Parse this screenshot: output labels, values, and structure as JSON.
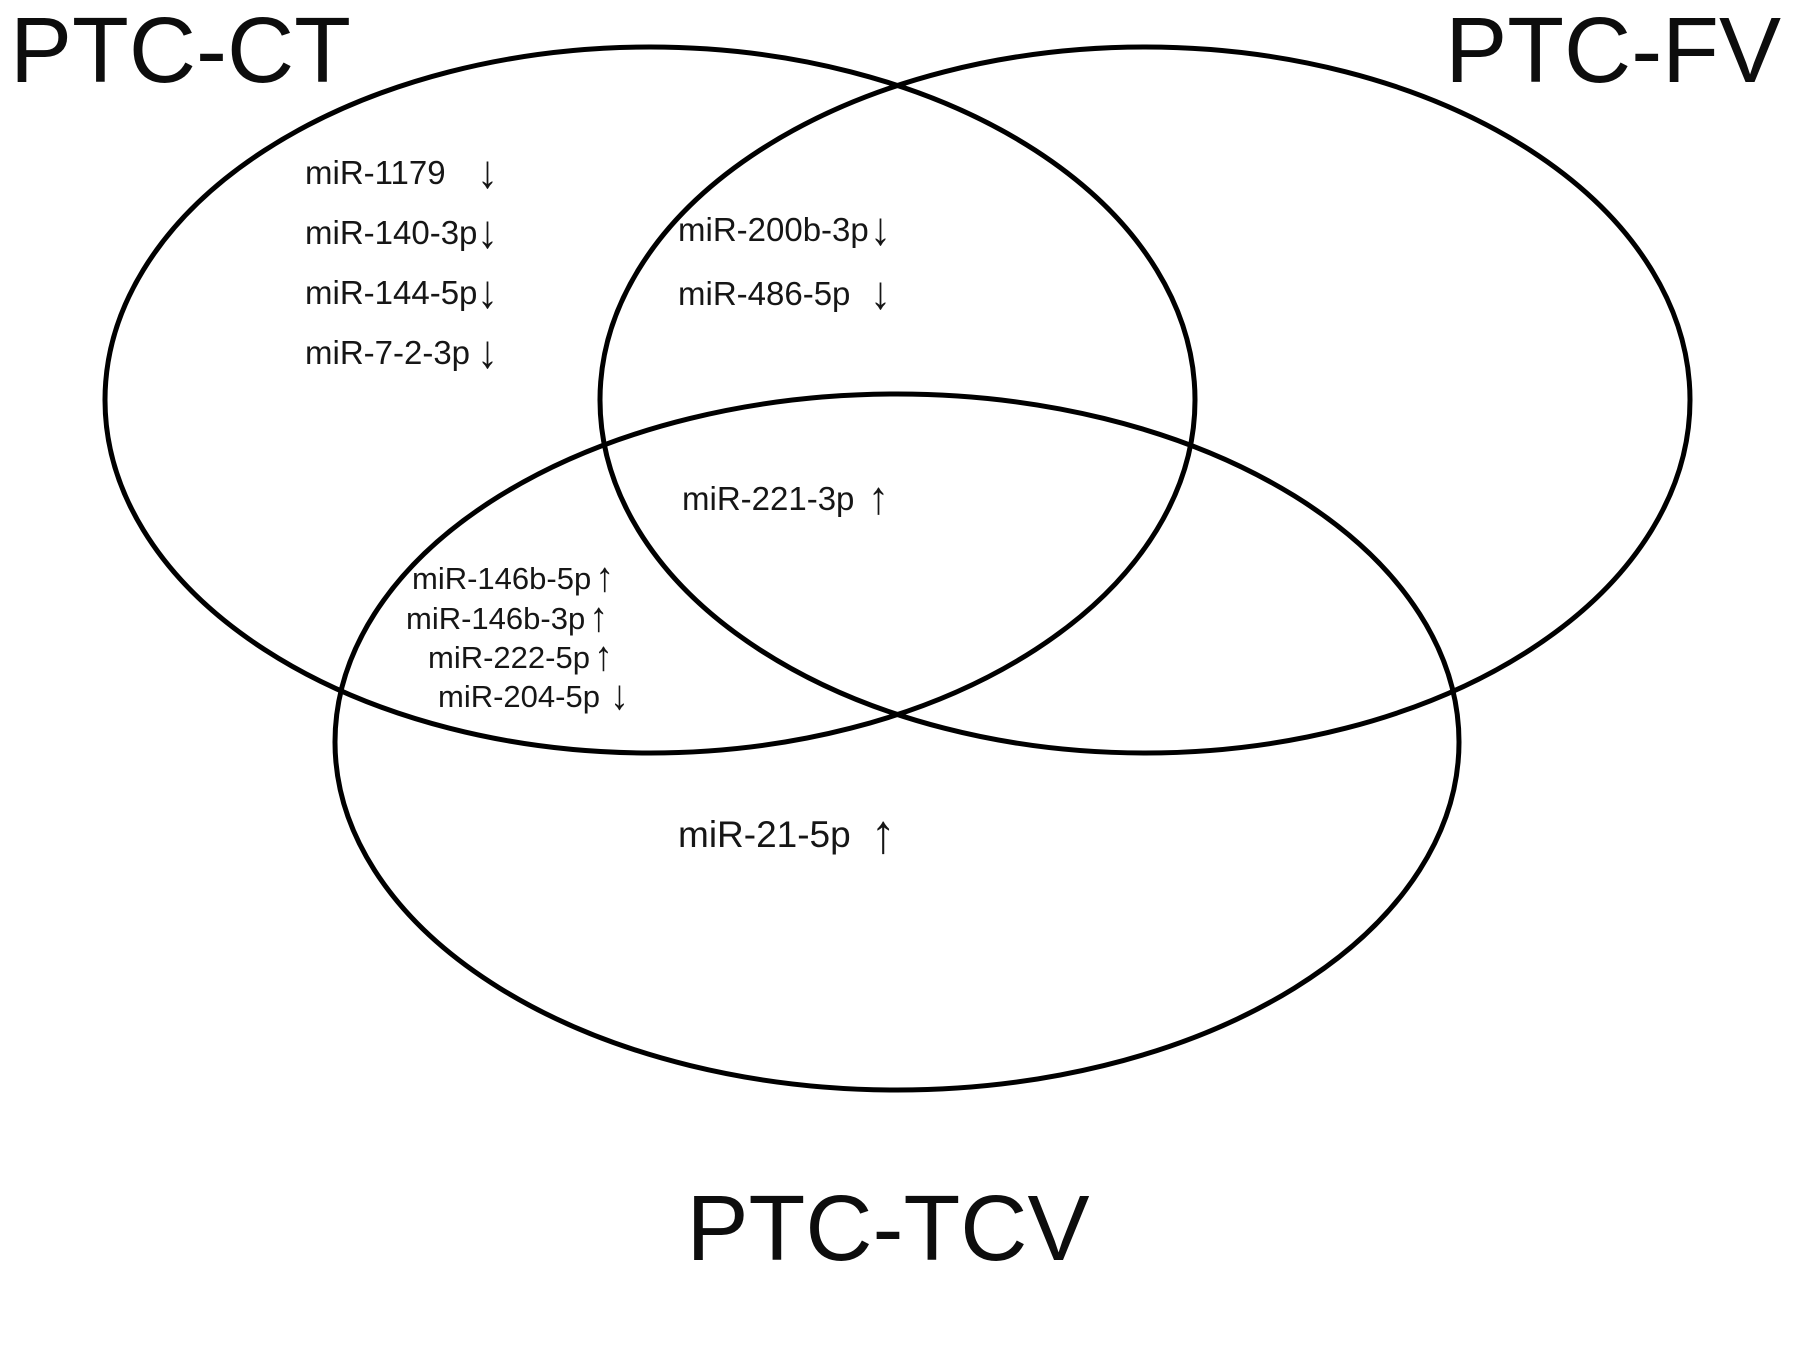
{
  "figure": {
    "type": "venn-diagram",
    "background": "#ffffff",
    "stroke_color": "#000000",
    "ink_color": "#161616"
  },
  "diagram": {
    "sets": {
      "ct": "PTC-CT",
      "fv": "PTC-FV",
      "tcv": "PTC-TCV"
    },
    "regions": {
      "ct_only": [
        {
          "name": "miR-1179",
          "arrow": "↓",
          "direction": "down"
        },
        {
          "name": "miR-140-3p",
          "arrow": "↓",
          "direction": "down"
        },
        {
          "name": "miR-144-5p",
          "arrow": "↓",
          "direction": "down"
        },
        {
          "name": "miR-7-2-3p",
          "arrow": "↓",
          "direction": "down"
        }
      ],
      "ct_fv": [
        {
          "name": "miR-200b-3p",
          "arrow": "↓",
          "direction": "down"
        },
        {
          "name": "miR-486-5p",
          "arrow": "↓",
          "direction": "down"
        }
      ],
      "ct_fv_tcv": [
        {
          "name": "miR-221-3p",
          "arrow": "↑",
          "direction": "up"
        }
      ],
      "ct_tcv": [
        {
          "name": "miR-146b-5p",
          "arrow": "↑",
          "direction": "up"
        },
        {
          "name": "miR-146b-3p",
          "arrow": "↑",
          "direction": "up"
        },
        {
          "name": "miR-222-5p",
          "arrow": "↑",
          "direction": "up"
        },
        {
          "name": "miR-204-5p",
          "arrow": "↓",
          "direction": "down"
        }
      ],
      "tcv_only": [
        {
          "name": "miR-21-5p",
          "arrow": "↑",
          "direction": "up"
        }
      ]
    }
  }
}
